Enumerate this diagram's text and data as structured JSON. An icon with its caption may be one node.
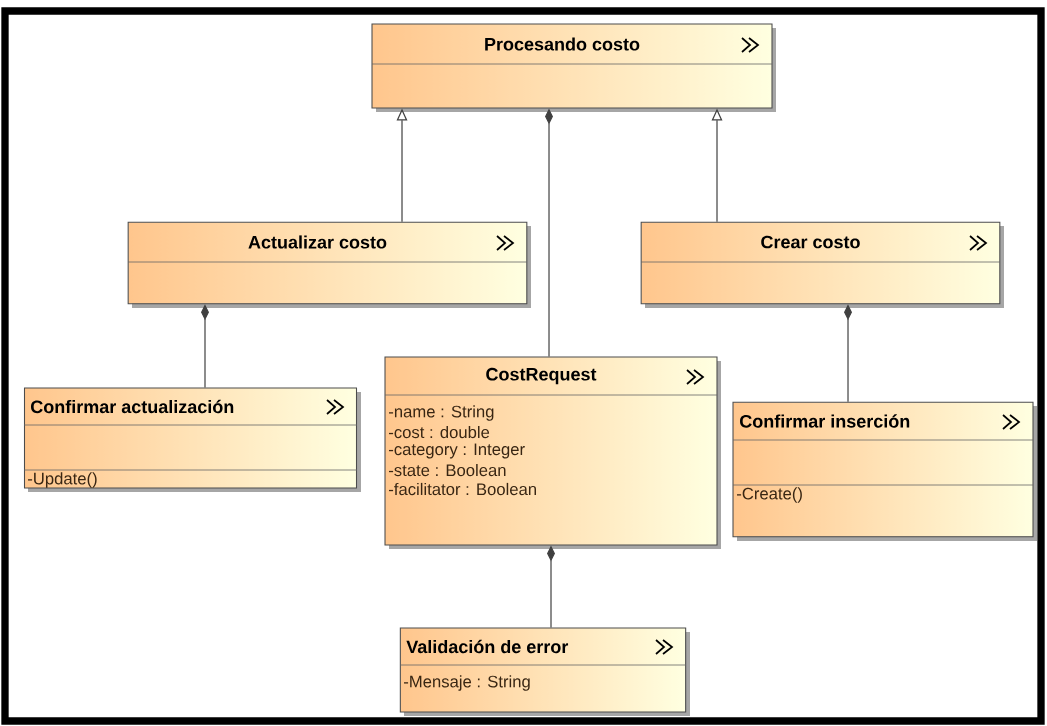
{
  "diagram": {
    "nodes": [
      {
        "text": [
          "Procesando costo"
        ]
      },
      {
        "text": [
          "Actualizar costo"
        ]
      },
      {
        "text": [
          "Crear costo"
        ]
      },
      {
        "text": [
          "Confirmar actualización",
          "-Update()"
        ]
      },
      {
        "text": [
          "CostRequest",
          "-name : String",
          "-cost : double",
          "-category : Integer",
          "-state : Boolean",
          "-facilitator : Boolean"
        ]
      },
      {
        "text": [
          "Confirmar inserción",
          "-Create()"
        ]
      },
      {
        "text": [
          "Validación de error",
          "-Mensaje : String"
        ]
      }
    ],
    "edges": [
      {
        "from": 1,
        "to": 0,
        "arrow": "to"
      },
      {
        "from": 0,
        "to": 4,
        "arrow": "other"
      },
      {
        "from": 2,
        "to": 0,
        "arrow": "to"
      },
      {
        "from": 1,
        "to": 3,
        "arrow": "other"
      },
      {
        "from": 2,
        "to": 5,
        "arrow": "other"
      },
      {
        "from": 4,
        "to": 6,
        "arrow": "other"
      }
    ]
  }
}
